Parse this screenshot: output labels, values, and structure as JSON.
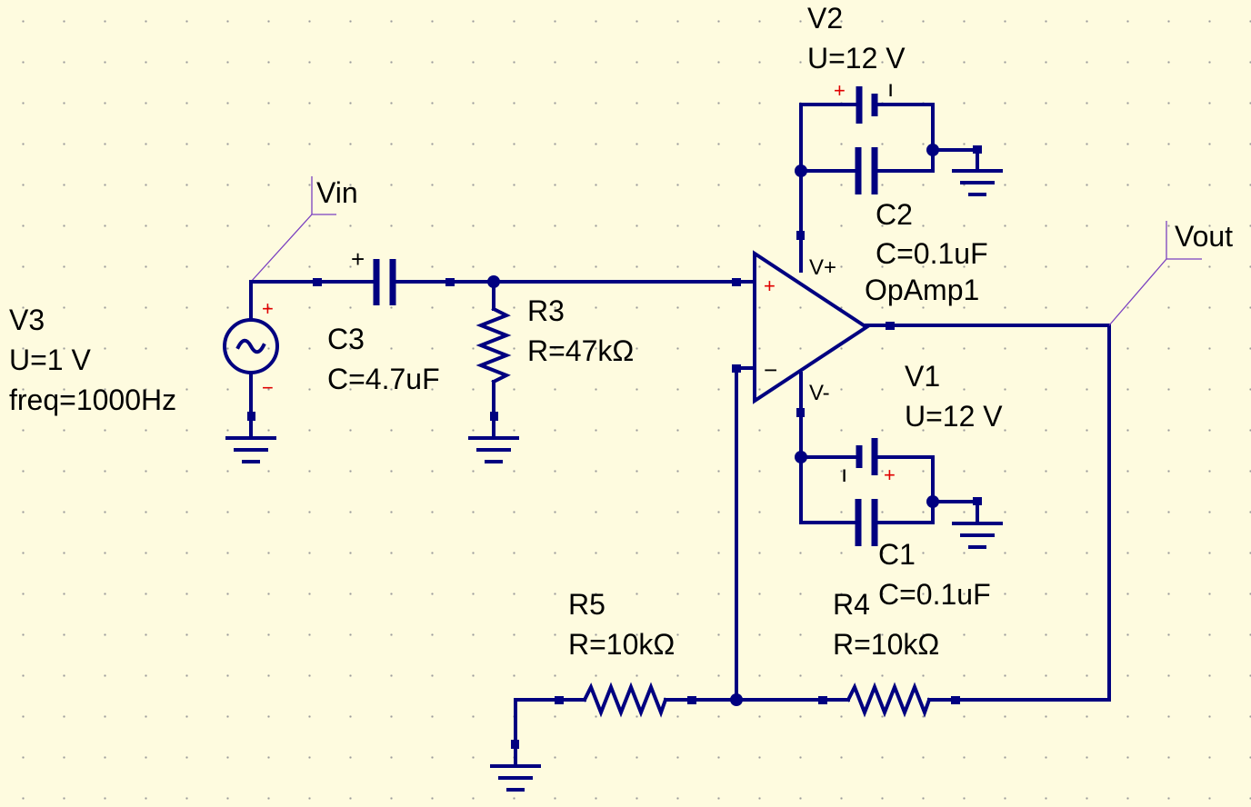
{
  "components": {
    "V3": {
      "name": "V3",
      "value": "U=1 V",
      "freq": "freq=1000Hz"
    },
    "C3": {
      "name": "C3",
      "value": "C=4.7uF"
    },
    "R3": {
      "name": "R3",
      "value": "R=47kΩ"
    },
    "V2": {
      "name": "V2",
      "value": "U=12 V"
    },
    "C2": {
      "name": "C2",
      "value": "C=0.1uF"
    },
    "V1": {
      "name": "V1",
      "value": "U=12 V"
    },
    "C1": {
      "name": "C1",
      "value": "C=0.1uF"
    },
    "R5": {
      "name": "R5",
      "value": "R=10kΩ"
    },
    "R4": {
      "name": "R4",
      "value": "R=10kΩ"
    },
    "OpAmp1": {
      "name": "OpAmp1",
      "pin_vplus": "V+",
      "pin_vminus": "V-",
      "in_plus": "+",
      "in_minus": "−"
    }
  },
  "nets": {
    "vin": "Vin",
    "vout": "Vout"
  },
  "polarity": {
    "plus": "+",
    "minus": "−",
    "bar": "ı"
  },
  "colors": {
    "background": "#fefbdf",
    "wire": "#000080",
    "label_flag": "#7a40c0",
    "polarity": "#e00000"
  }
}
